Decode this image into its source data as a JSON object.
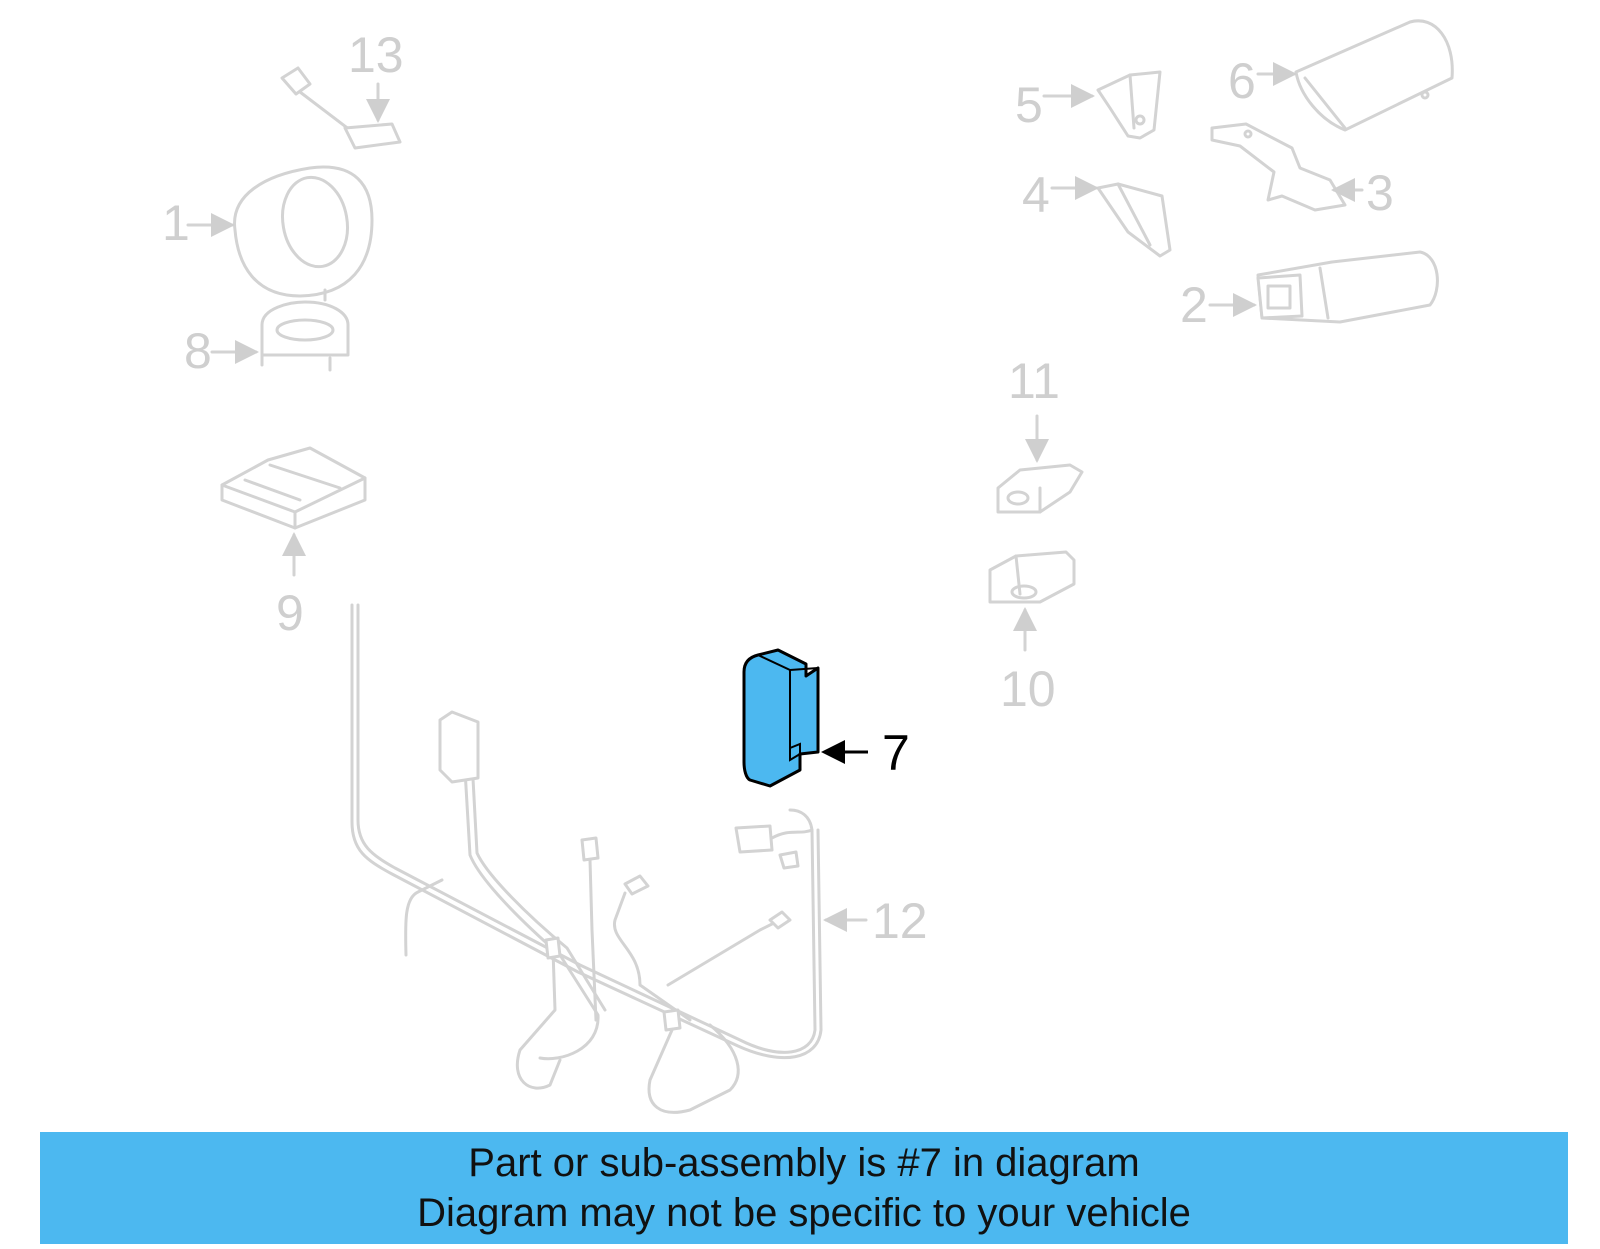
{
  "callouts": {
    "c1": "1",
    "c2": "2",
    "c3": "3",
    "c4": "4",
    "c5": "5",
    "c6": "6",
    "c7": "7",
    "c8": "8",
    "c9": "9",
    "c10": "10",
    "c11": "11",
    "c12": "12",
    "c13": "13"
  },
  "highlighted_part": "7",
  "colors": {
    "highlight": "#4cb8f0",
    "dimmed": "#d3d3d3",
    "callout_active": "#000000"
  },
  "banner": {
    "line1": "Part or sub-assembly is #7 in diagram",
    "line2": "Diagram may not be specific to your vehicle"
  }
}
